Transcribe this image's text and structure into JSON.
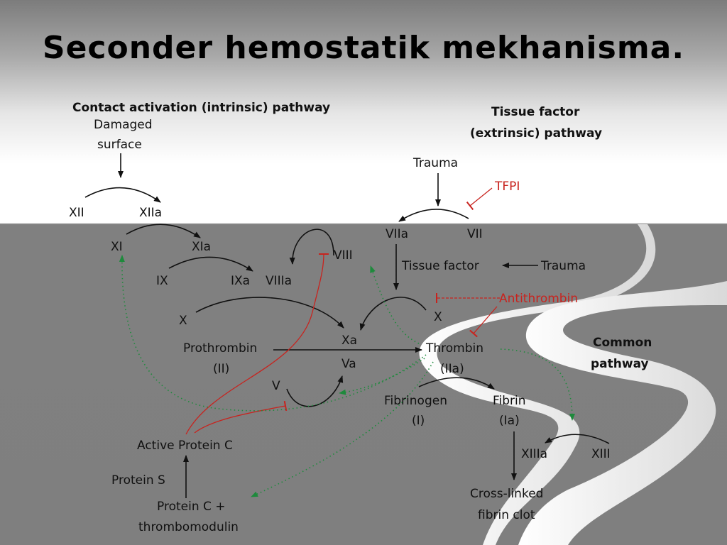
{
  "title": "Seconder hemostatik mekhanisma.",
  "labels": {
    "intrinsic_header": "Contact activation (intrinsic) pathway",
    "damaged": "Damaged",
    "surface": "surface",
    "tf_header_1": "Tissue factor",
    "tf_header_2": "(extrinsic) pathway",
    "trauma_top": "Trauma",
    "tfpi": "TFPI",
    "xii": "XII",
    "xiia": "XIIa",
    "xi": "XI",
    "xia": "XIa",
    "ix": "IX",
    "ixa": "IXa",
    "viiia": "VIIIa",
    "viii": "VIII",
    "viia": "VIIa",
    "vii": "VII",
    "tissue_factor": "Tissue factor",
    "trauma_right": "Trauma",
    "antithrombin": "Antithrombin",
    "x_left": "X",
    "x_right": "X",
    "xa": "Xa",
    "va": "Va",
    "prothrombin": "Prothrombin",
    "ii": "(II)",
    "thrombin": "Thrombin",
    "iia": "(IIa)",
    "common_1": "Common",
    "common_2": "pathway",
    "v": "V",
    "fibrinogen": "Fibrinogen",
    "i": "(I)",
    "fibrin": "Fibrin",
    "ia": "(Ia)",
    "active_protein_c": "Active Protein C",
    "xiiia": "XIIIa",
    "xiii": "XIII",
    "protein_s": "Protein S",
    "protein_c_plus": "Protein C +",
    "thrombomodulin": "thrombomodulin",
    "crosslinked": "Cross-linked",
    "fibrin_clot": "fibrin clot"
  },
  "colors": {
    "arrow": "#111111",
    "inhibition": "#c8231e",
    "feedback": "#1e8a3c",
    "stripe": "#ffffff"
  }
}
